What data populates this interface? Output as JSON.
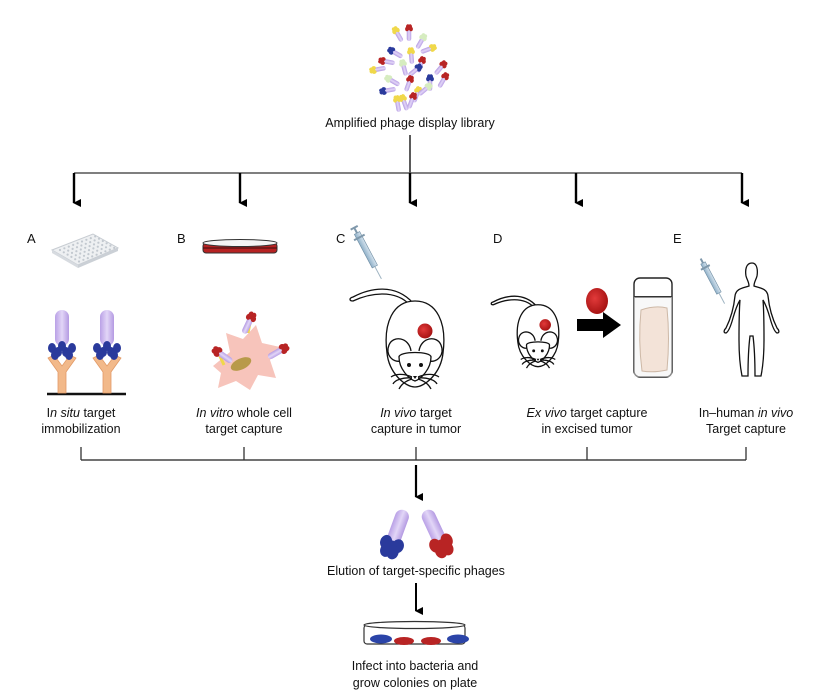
{
  "diagram": {
    "library_label": "Amplified phage display library",
    "panels": [
      {
        "letter": "A",
        "caption_line1_italic": "n situ",
        "caption_line1_prefix": "I",
        "caption_line1_suffix": " target",
        "caption_line2": "immobilization"
      },
      {
        "letter": "B",
        "caption_line1_italic": "In vitro",
        "caption_line1_prefix": "",
        "caption_line1_suffix": " whole cell",
        "caption_line2": "target capture"
      },
      {
        "letter": "C",
        "caption_line1_italic": "In vivo",
        "caption_line1_prefix": "",
        "caption_line1_suffix": " target",
        "caption_line2": "capture in tumor"
      },
      {
        "letter": "D",
        "caption_line1_italic": "Ex vivo",
        "caption_line1_prefix": "",
        "caption_line1_suffix": " target capture",
        "caption_line2": "in excised tumor"
      },
      {
        "letter": "E",
        "caption_line1_italic": "in vivo",
        "caption_line1_prefix": "In–human ",
        "caption_line1_suffix": "",
        "caption_line2": "Target capture"
      }
    ],
    "elution_label": "Elution of target-specific phages",
    "plate_label_line1": "Infect into bacteria and",
    "plate_label_line2": "grow colonies on plate",
    "colors": {
      "phage_body": "#c9b3ec",
      "blue_head": "#2a3a9c",
      "red_head": "#b82424",
      "yellow_head": "#f0d84a",
      "green_head": "#d6ecc0",
      "antibody": "#f2b98a",
      "cell": "#f7c4bb",
      "nucleus": "#b89a4a",
      "tumor": "#c81e1e",
      "tissue": "#f3e3d8"
    }
  }
}
